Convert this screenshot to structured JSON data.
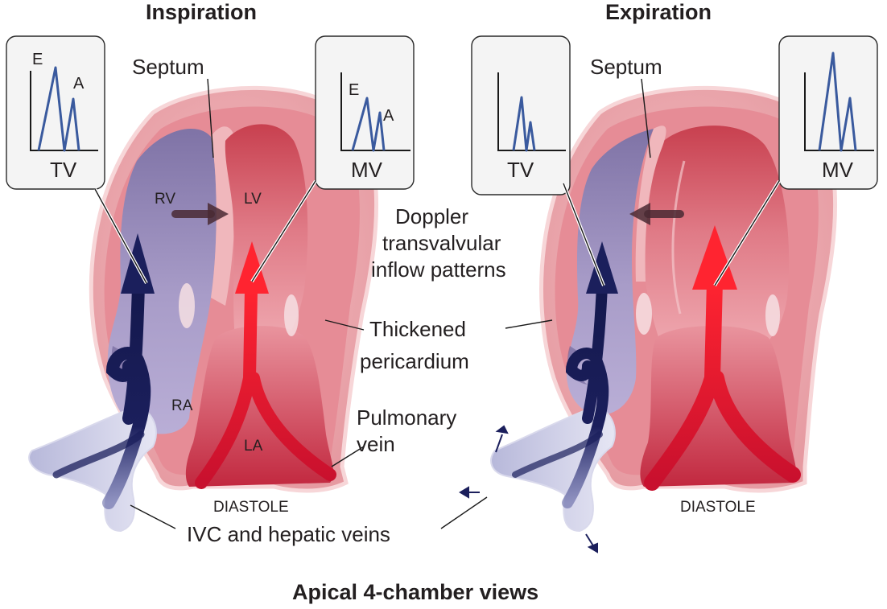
{
  "panels": {
    "left": {
      "title": "Inspiration",
      "septum": "Septum",
      "diastole": "DIASTOLE",
      "chambers": {
        "rv": "RV",
        "lv": "LV",
        "ra": "RA",
        "la": "LA"
      }
    },
    "right": {
      "title": "Expiration",
      "septum": "Septum",
      "diastole": "DIASTOLE"
    }
  },
  "insets": {
    "left_tv": {
      "label": "TV",
      "e": "E",
      "a": "A"
    },
    "left_mv": {
      "label": "MV",
      "e": "E",
      "a": "A"
    },
    "right_tv": {
      "label": "TV"
    },
    "right_mv": {
      "label": "MV"
    }
  },
  "center_labels": {
    "doppler": [
      "Doppler",
      "transvalvular",
      "inflow patterns"
    ],
    "pericardium": [
      "Thickened",
      "pericardium"
    ],
    "pulmonary": [
      "Pulmonary",
      "vein"
    ],
    "ivc": "IVC and hepatic veins"
  },
  "caption": "Apical 4-chamber views",
  "colors": {
    "venous_arrow": "#1b1f5c",
    "arterial_arrow": "#e8212b",
    "pericardium": "#e8a3a8",
    "right_heart": "#9b8fba",
    "left_heart": "#e58d98",
    "doppler_trace": "#3a5a9e"
  }
}
